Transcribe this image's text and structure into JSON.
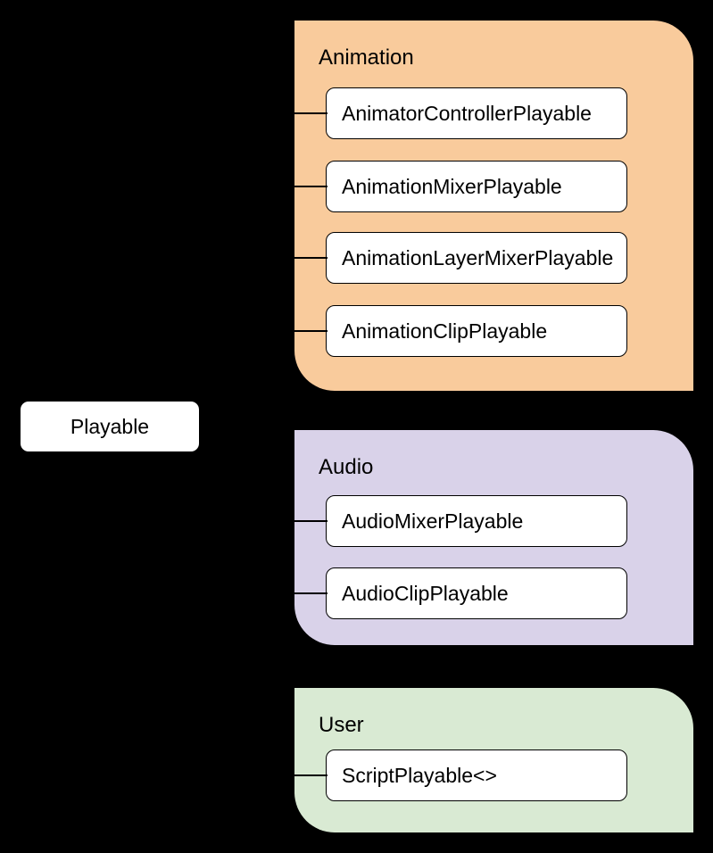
{
  "diagram": {
    "background_color": "#000000",
    "connector_color": "#000000",
    "node_fill": "#ffffff",
    "node_border_color": "#000000",
    "root": {
      "label": "Playable"
    },
    "groups": [
      {
        "label": "Animation",
        "fill": "#f9cb9c",
        "nodes": [
          {
            "label": "AnimatorControllerPlayable"
          },
          {
            "label": "AnimationMixerPlayable"
          },
          {
            "label": "AnimationLayerMixerPlayable"
          },
          {
            "label": "AnimationClipPlayable"
          }
        ]
      },
      {
        "label": "Audio",
        "fill": "#d9d2e9",
        "nodes": [
          {
            "label": "AudioMixerPlayable"
          },
          {
            "label": "AudioClipPlayable"
          }
        ]
      },
      {
        "label": "User",
        "fill": "#d9ead3",
        "nodes": [
          {
            "label": "ScriptPlayable<>"
          }
        ]
      }
    ]
  }
}
